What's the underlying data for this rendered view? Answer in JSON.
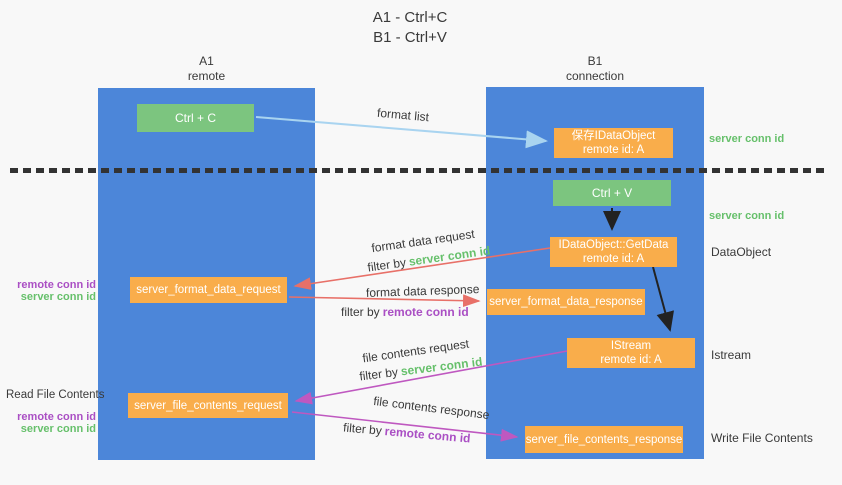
{
  "title": {
    "line1": "A1 - Ctrl+C",
    "line2": "B1 - Ctrl+V"
  },
  "lifelines": {
    "a1": {
      "name": "A1",
      "role": "remote"
    },
    "b1": {
      "name": "B1",
      "role": "connection"
    }
  },
  "nodes": {
    "ctrl_c": {
      "label": "Ctrl + C"
    },
    "ctrl_v": {
      "label": "Ctrl + V"
    },
    "save_idataobject": {
      "line1": "保存IDataObject",
      "line2": "remote id: A"
    },
    "idataobject_getdata": {
      "line1": "IDataObject::GetData",
      "line2": "remote id: A"
    },
    "istream": {
      "line1": "IStream",
      "line2": "remote id: A"
    },
    "server_format_data_request": {
      "label": "server_format_data_request"
    },
    "server_format_data_response": {
      "label": "server_format_data_response"
    },
    "server_file_contents_request": {
      "label": "server_file_contents_request"
    },
    "server_file_contents_response": {
      "label": "server_file_contents_response"
    }
  },
  "flow_labels": {
    "format_list": "format list",
    "format_data_request": "format data request",
    "format_data_response": "format data response",
    "file_contents_request": "file contents request",
    "file_contents_response": "file contents response",
    "filter_by": "filter by",
    "server_conn_id": "server conn id",
    "remote_conn_id": "remote conn id"
  },
  "annotations": {
    "server_conn_id": "server conn id",
    "remote_conn_id": "remote conn id",
    "dataobject": "DataObject",
    "istream": "Istream",
    "read_file_contents": "Read File Contents",
    "write_file_contents": "Write File Contents"
  },
  "colors": {
    "background": "#f8f8f8",
    "lifeline_blue": "#4c86d9",
    "action_green": "#7cc57f",
    "message_orange": "#f9ad4b",
    "request_arrow_red": "#e87068",
    "response_arrow_magenta": "#bf58c0",
    "format_list_arrow_blue": "#a9d4f0",
    "server_conn_id_green": "#66c06b",
    "remote_conn_id_purple": "#aa4fc4",
    "black_arrow": "#222222"
  }
}
